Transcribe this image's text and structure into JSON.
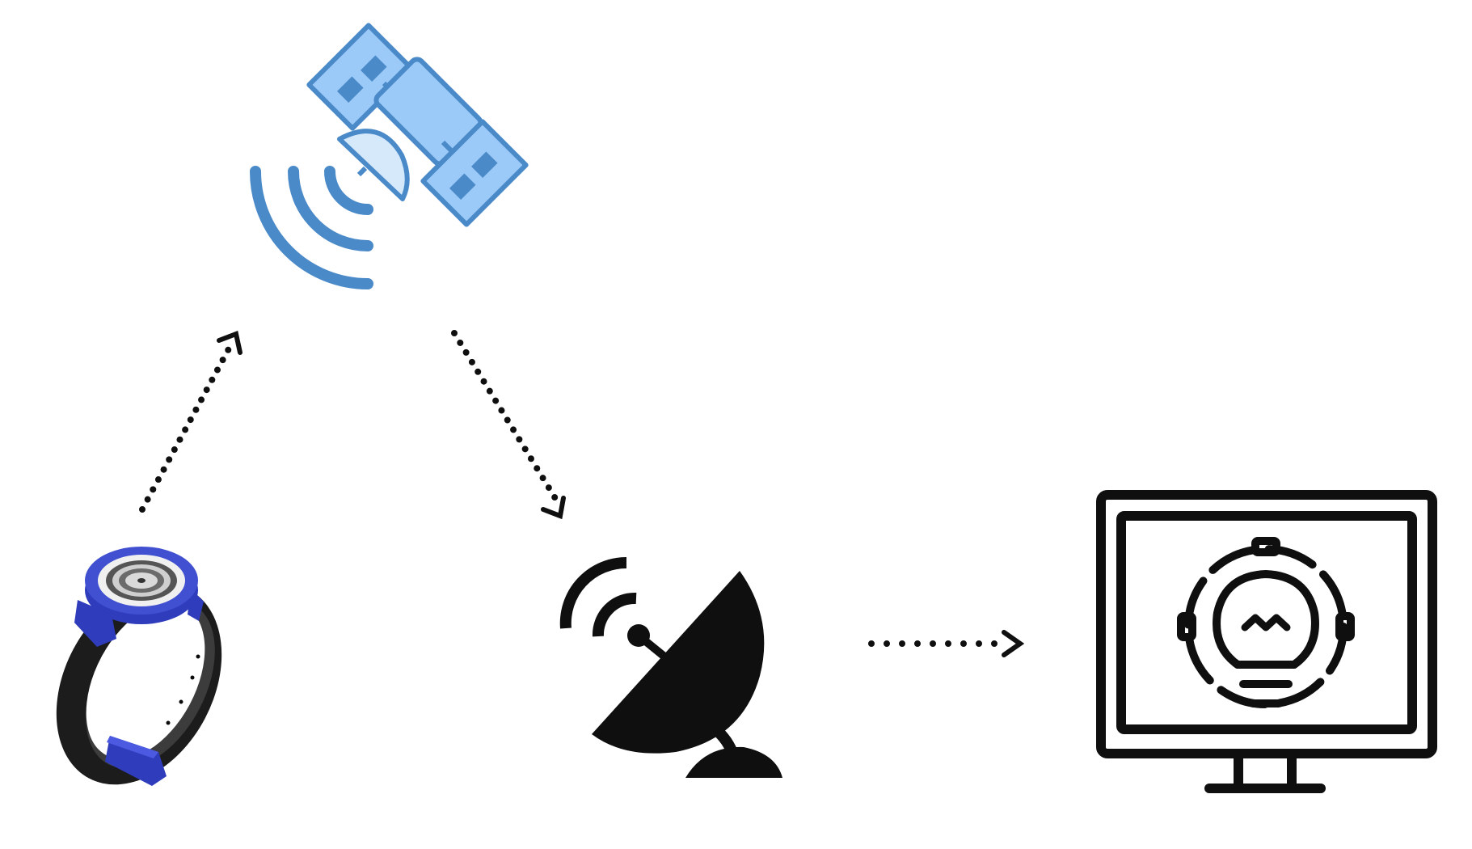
{
  "diagram": {
    "nodes": [
      {
        "id": "wearable",
        "icon": "wristband-tracker-icon"
      },
      {
        "id": "satellite",
        "icon": "satellite-icon"
      },
      {
        "id": "ground-station",
        "icon": "satellite-dish-icon"
      },
      {
        "id": "monitor",
        "icon": "monitor-settings-icon"
      }
    ],
    "edges": [
      {
        "from": "wearable",
        "to": "satellite",
        "style": "dotted-arrow"
      },
      {
        "from": "satellite",
        "to": "ground-station",
        "style": "dotted-arrow"
      },
      {
        "from": "ground-station",
        "to": "monitor",
        "style": "dotted-arrow"
      }
    ]
  },
  "colors": {
    "satellite_stroke": "#4a8ac9",
    "satellite_fill": "#9ccaf8",
    "satellite_fill_light": "#d6e9fb",
    "band_blue": "#2f3dbd",
    "band_black": "#1c1c1c",
    "ink": "#0f0f0f"
  }
}
